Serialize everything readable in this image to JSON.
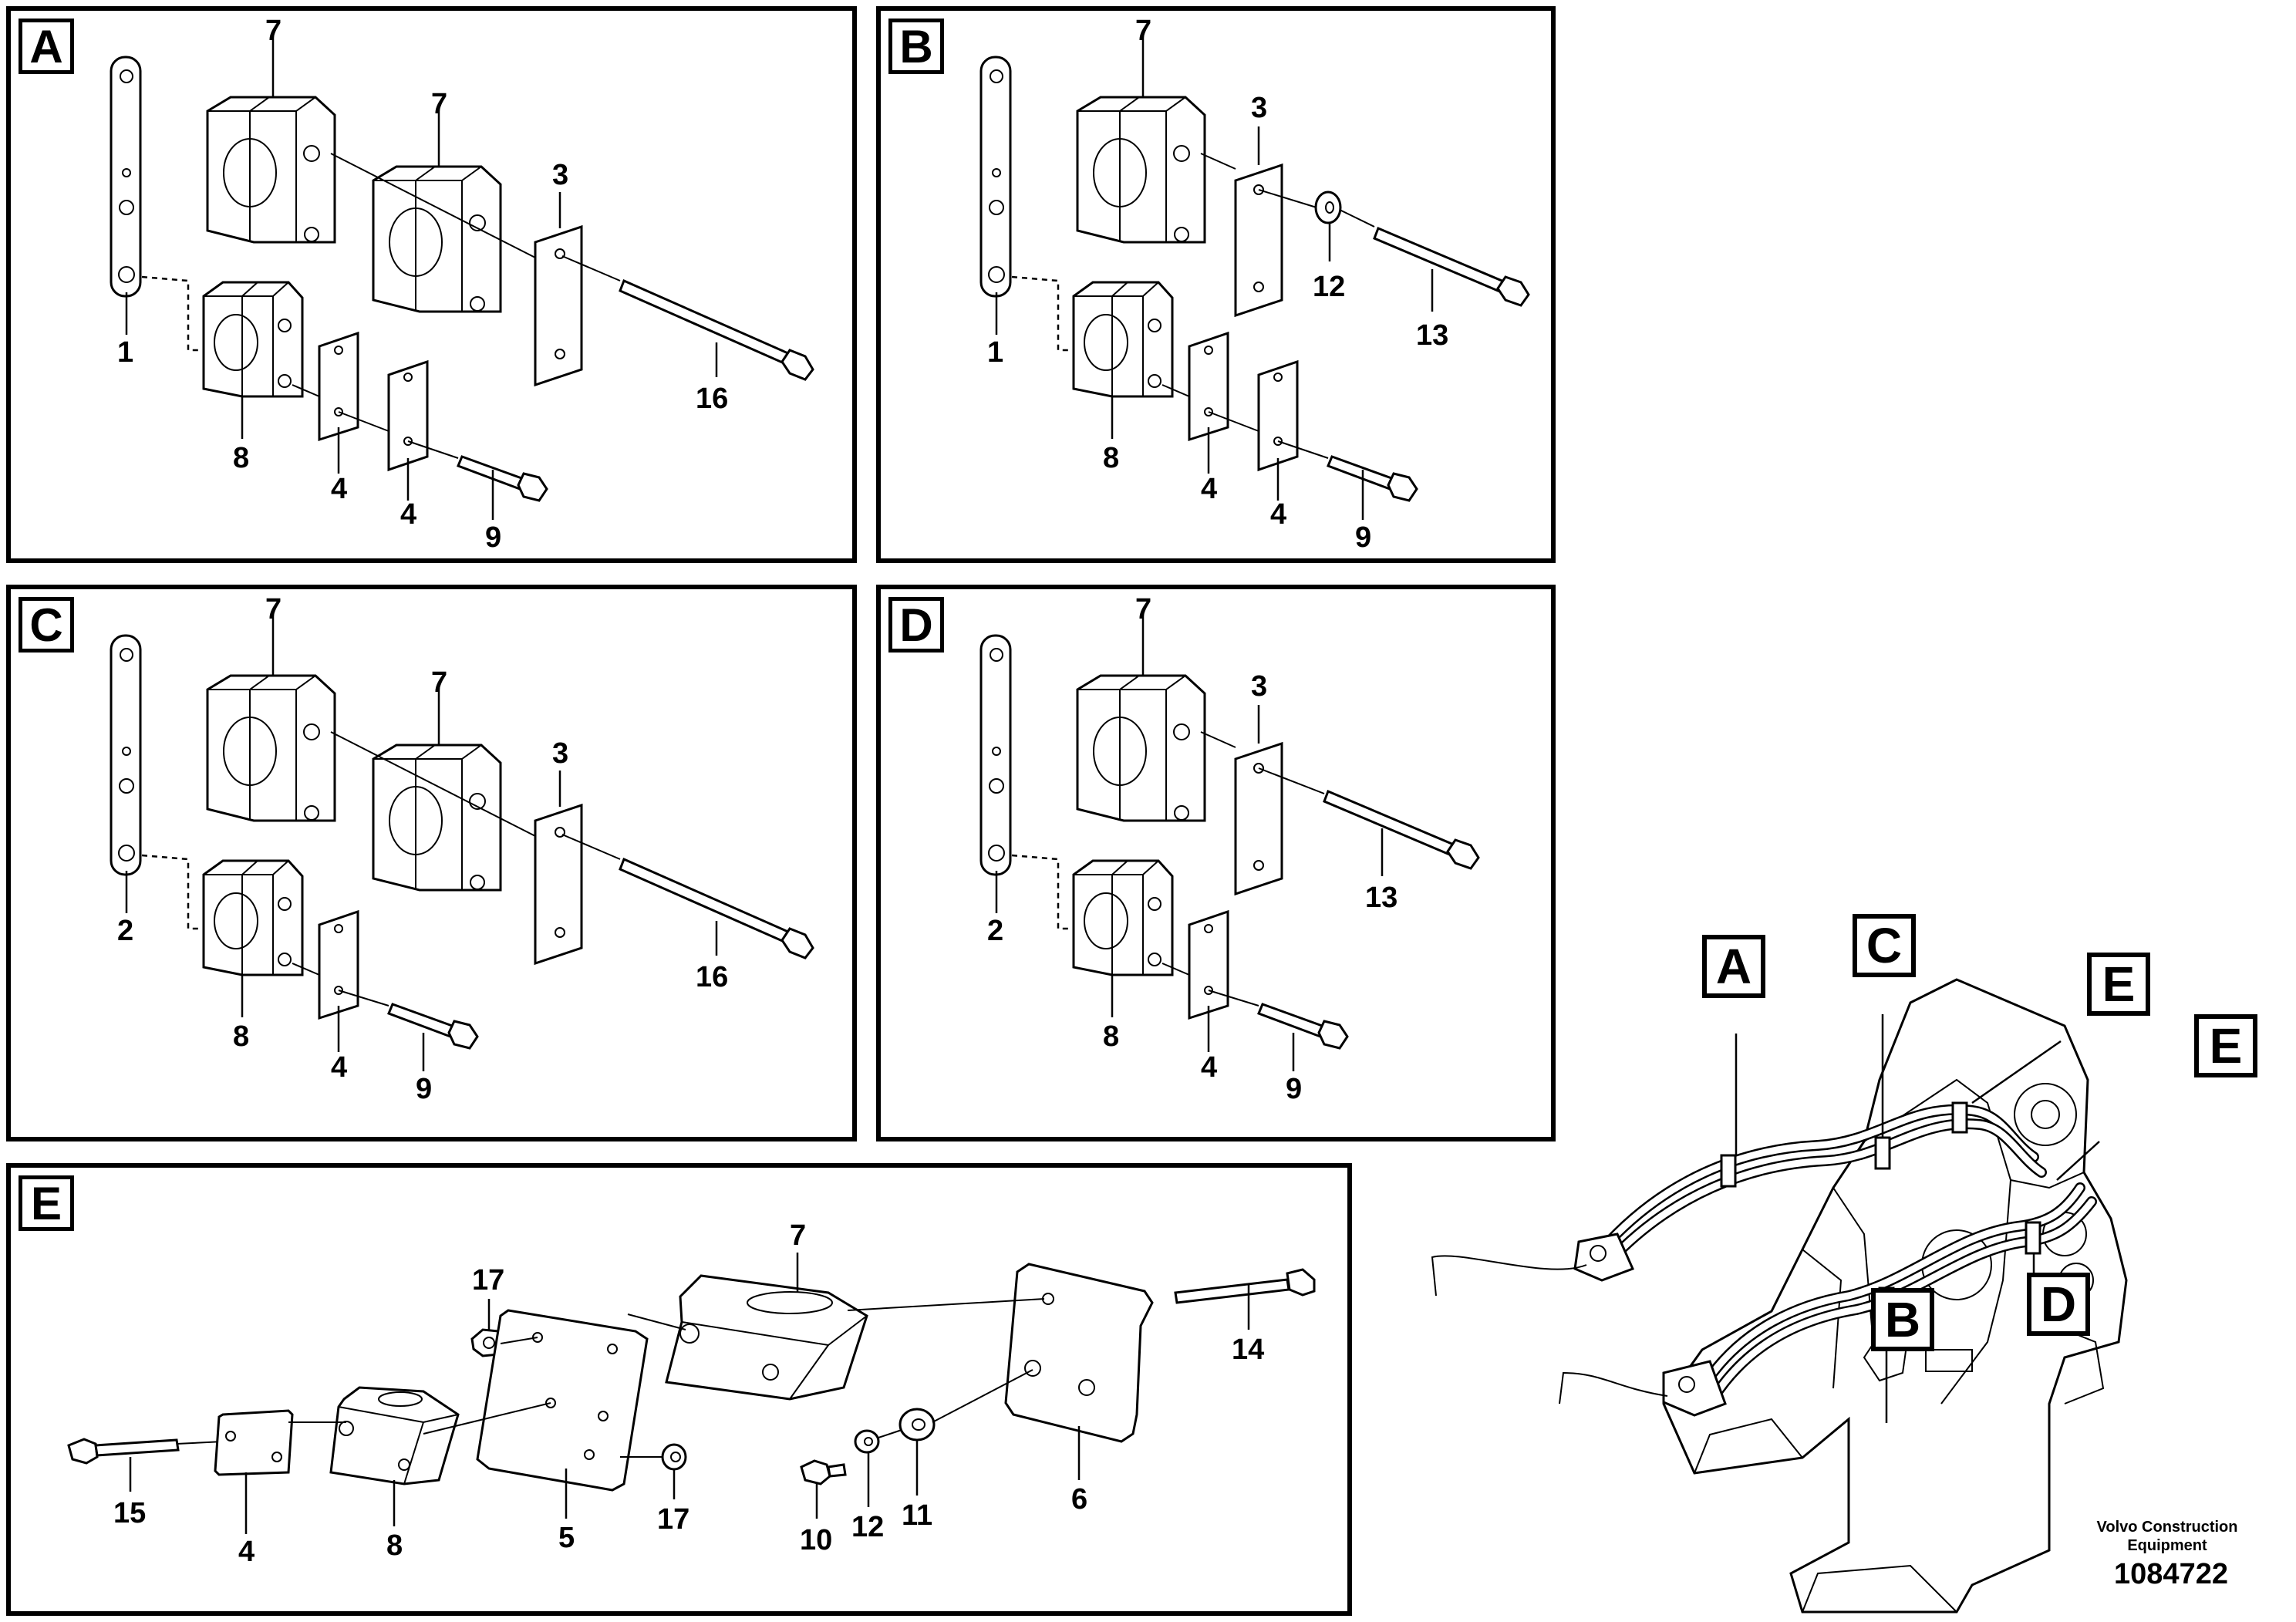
{
  "panels": {
    "A": {
      "label": "A",
      "plate": "1",
      "bolt_long": "16",
      "bolt_short": "9",
      "clamp_top1": "7",
      "clamp_top2": "7",
      "plate_top": "3",
      "clamp_low": "8",
      "plate_low1": "4",
      "plate_low2": "4"
    },
    "B": {
      "label": "B",
      "plate": "1",
      "bolt_long": "13",
      "bolt_short": "9",
      "clamp_top1": "7",
      "plate_top": "3",
      "washer": "12",
      "clamp_low": "8",
      "plate_low1": "4",
      "plate_low2": "4"
    },
    "C": {
      "label": "C",
      "plate": "2",
      "bolt_long": "16",
      "bolt_short": "9",
      "clamp_top1": "7",
      "clamp_top2": "7",
      "plate_top": "3",
      "clamp_low": "8",
      "plate_low1": "4"
    },
    "D": {
      "label": "D",
      "plate": "2",
      "bolt_long": "13",
      "bolt_short": "9",
      "clamp_top1": "7",
      "plate_top": "3",
      "clamp_low": "8",
      "plate_low1": "4"
    },
    "E": {
      "label": "E",
      "n17a": "17",
      "n7": "7",
      "n14": "14",
      "n15": "15",
      "n4": "4",
      "n8": "8",
      "n5": "5",
      "n17b": "17",
      "n10": "10",
      "n12": "12",
      "n11": "11",
      "n6": "6"
    }
  },
  "overview": {
    "callouts": [
      "A",
      "C",
      "E",
      "E",
      "B",
      "D"
    ],
    "brand_line1": "Volvo Construction",
    "brand_line2": "Equipment",
    "figure_number": "1084722"
  }
}
